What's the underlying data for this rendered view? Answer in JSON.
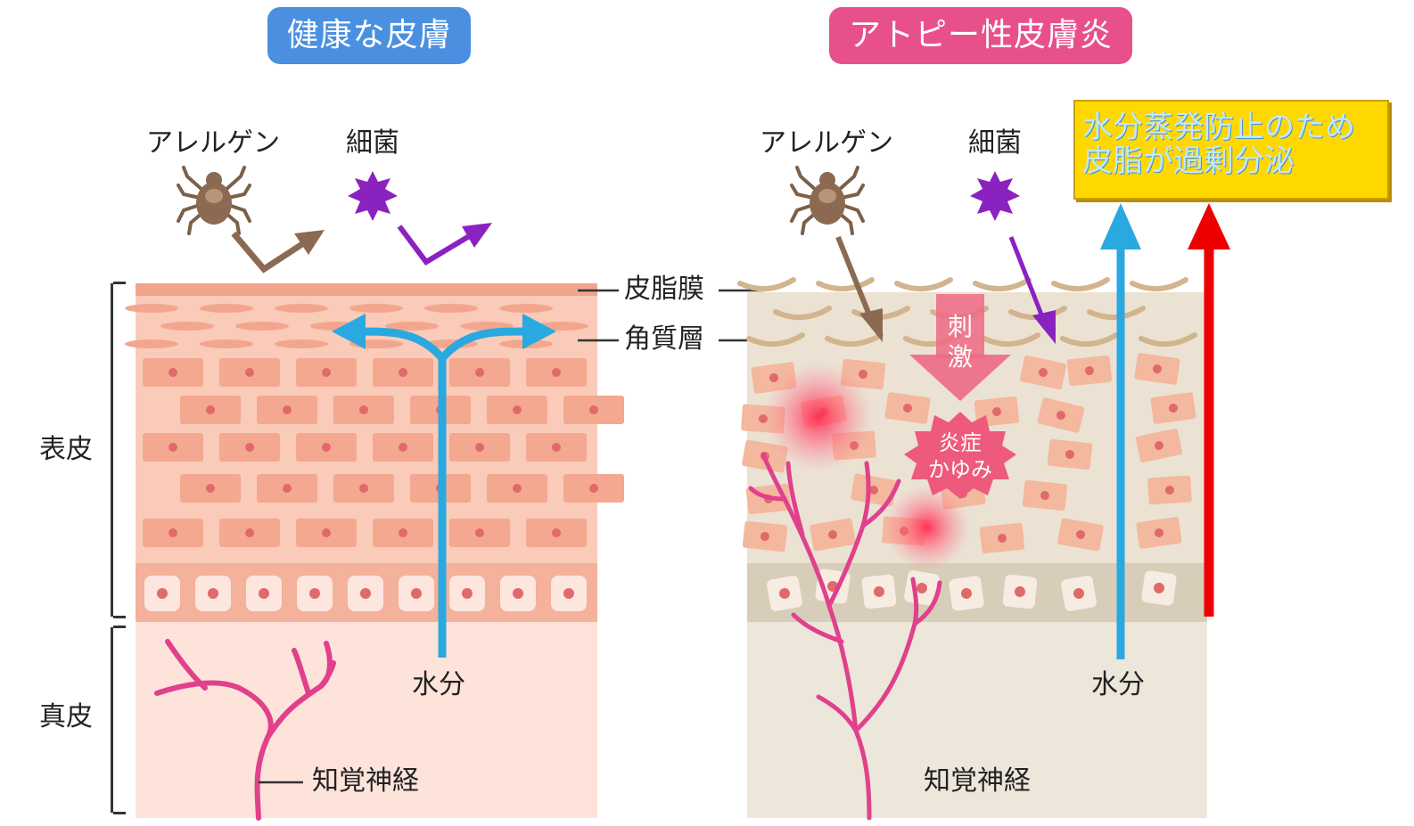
{
  "titles": {
    "healthy": "健康な皮膚",
    "atopic": "アトピー性皮膚炎"
  },
  "left": {
    "allergen": "アレルゲン",
    "bacteria": "細菌",
    "water": "水分",
    "nerve": "知覚神経"
  },
  "center": {
    "sebum_film": "皮脂膜",
    "stratum_corneum": "角質層"
  },
  "side": {
    "epidermis": "表皮",
    "dermis": "真皮"
  },
  "right": {
    "allergen": "アレルゲン",
    "bacteria": "細菌",
    "water": "水分",
    "nerve": "知覚神経",
    "stimulus_1": "刺",
    "stimulus_2": "激",
    "inflammation": "炎症",
    "itch": "かゆみ"
  },
  "note": {
    "line1": "水分蒸発防止のため",
    "line2": "皮脂が過剰分泌"
  },
  "colors": {
    "healthy_title": "#4a8fe0",
    "atopic_title": "#e8508c",
    "healthy_skin": "#f8c6b4",
    "atopic_skin": "#ece4d6",
    "water_arrow": "#2aa8e0",
    "allergen_arrow": "#8c6a52",
    "bacteria_arrow": "#8a22c0",
    "nerve": "#e0408c",
    "stimulus": "#e85a78",
    "sebum_arrow": "#ee0000"
  }
}
